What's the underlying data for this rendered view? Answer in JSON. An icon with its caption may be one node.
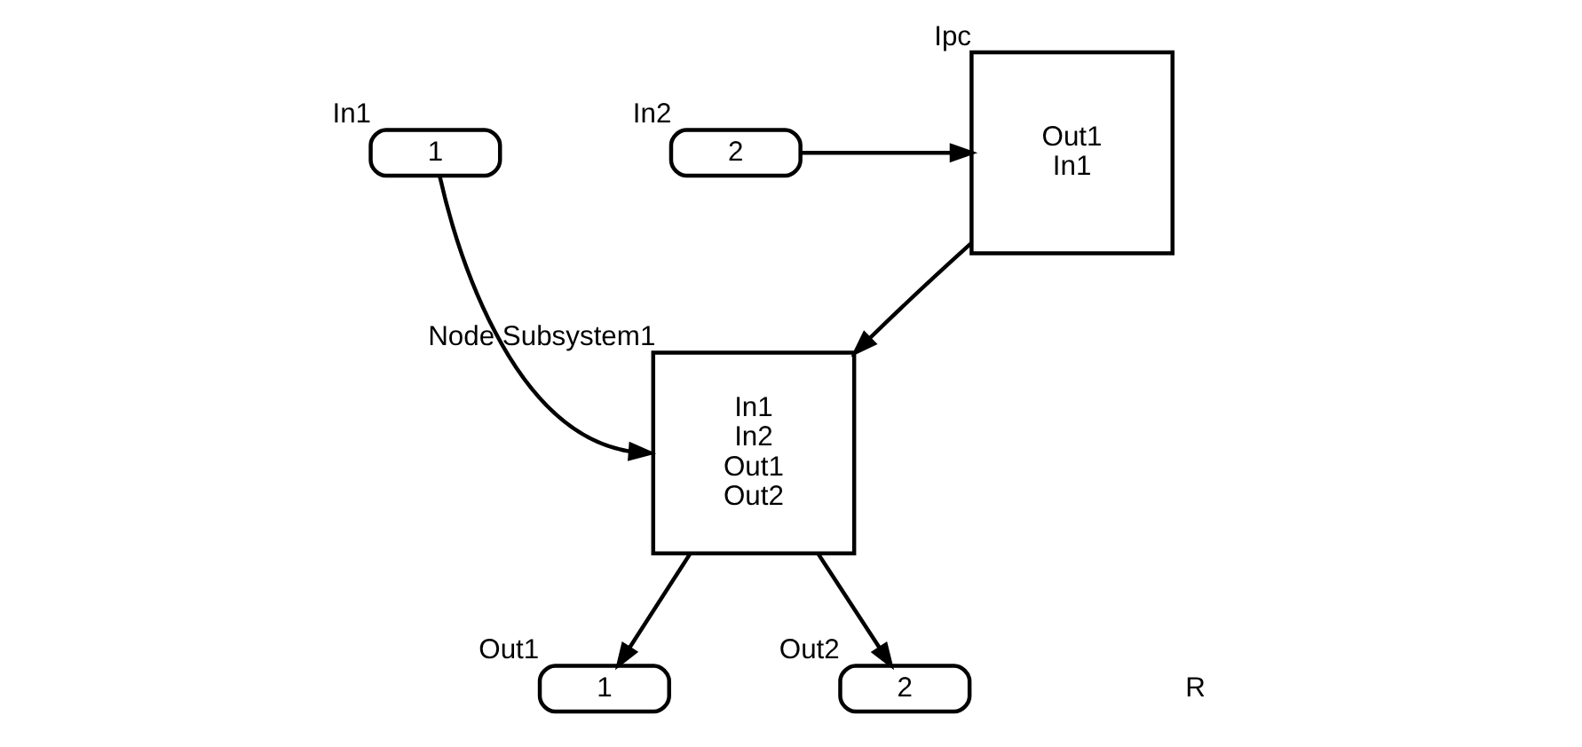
{
  "diagram": {
    "nodes": [
      {
        "text": [
          "1"
        ],
        "beside": [
          "In1"
        ]
      },
      {
        "text": [
          "2"
        ],
        "beside": [
          "In2"
        ]
      },
      {
        "text": [
          "Out1",
          "In1"
        ],
        "beside": [
          "Ipc"
        ]
      },
      {
        "text": [
          "In1",
          "In2",
          "Out1",
          "Out2"
        ],
        "beside": [
          "Node Subsystem1"
        ]
      },
      {
        "text": [
          "1"
        ],
        "beside": [
          "Out1"
        ]
      },
      {
        "text": [
          "2"
        ],
        "beside": [
          "Out2"
        ]
      }
    ],
    "edges": [
      {
        "from": 1,
        "to": 2,
        "arrow": "to"
      },
      {
        "from": 2,
        "to": 3,
        "arrow": "to"
      },
      {
        "from": 0,
        "to": 3,
        "arrow": "to"
      },
      {
        "from": 3,
        "to": 4,
        "arrow": "to"
      },
      {
        "from": 3,
        "to": 5,
        "arrow": "to"
      }
    ],
    "labels": [
      "R"
    ]
  }
}
